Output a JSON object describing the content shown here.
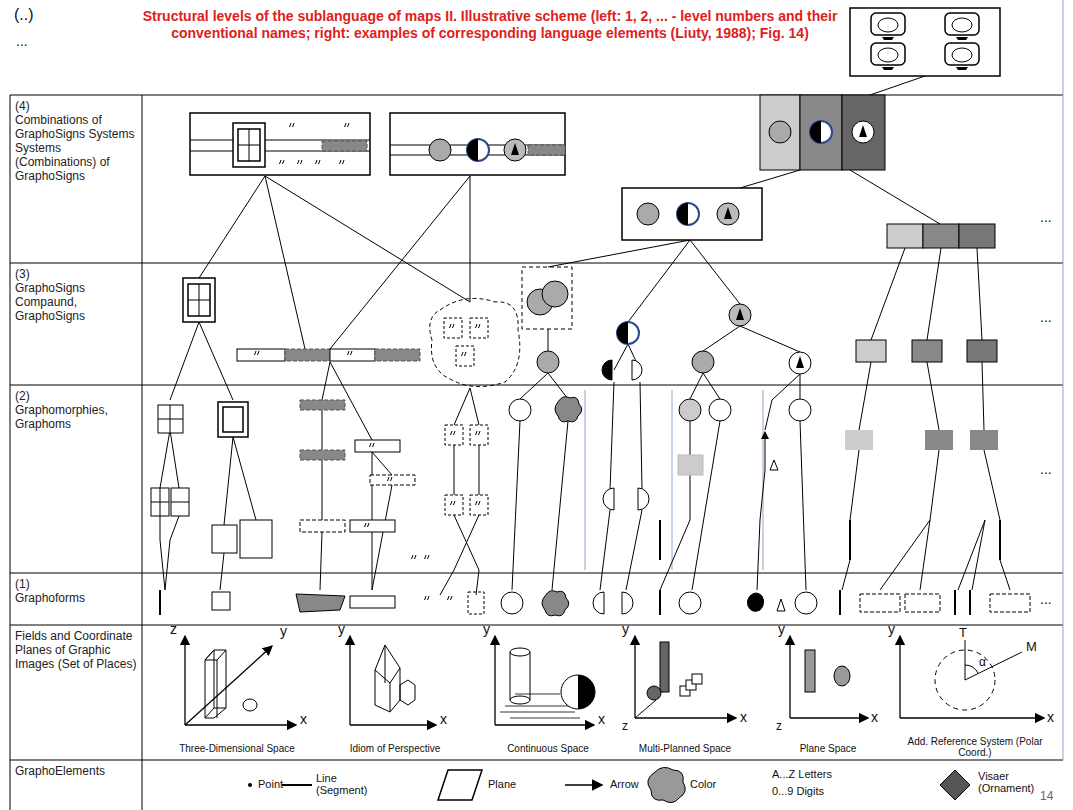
{
  "diagram": {
    "title": "Structural levels of the sublanguage of maps II. Illustrative scheme (left: 1, 2, ... - level numbers and their conventional names; right: examples of corresponding language elements (Liuty, 1988); Fig. 14)",
    "nodes": [
      {
        "text": [
          "(4)",
          "Combinations of GraphoSigns Systems Systems (Combinations) of GraphoSigns"
        ]
      },
      {
        "text": [
          "(3)",
          "GraphoSigns Compaund, GraphoSigns"
        ]
      },
      {
        "text": [
          "(2)",
          "Graphomorphies, Graphoms"
        ]
      },
      {
        "text": [
          "(1)",
          "Graphoforms"
        ]
      },
      {
        "text": [
          "Fields and Coordinate Planes of Graphic Images (Set of Places)"
        ]
      },
      {
        "text": [
          "GraphoElements"
        ]
      }
    ],
    "labels": [
      "(..)",
      "...",
      "...",
      "...",
      "...",
      "...",
      "z",
      "y",
      "x",
      "Three-Dimensional Space",
      "y",
      "x",
      "Idiom of Perspective",
      "y",
      "x",
      "Continuous Space",
      "y",
      "z",
      "x",
      "Multi-Planned Space",
      "y",
      "z",
      "x",
      "Plane Space",
      "y",
      "T",
      "M",
      "α",
      "x",
      "Add. Reference System (Polar Coord.)",
      "Point",
      "Line (Segment)",
      "Plane",
      "Arrow",
      "Color",
      "A...Z Letters",
      "0...9 Digits",
      "Visaer (Ornament)",
      "14"
    ]
  }
}
